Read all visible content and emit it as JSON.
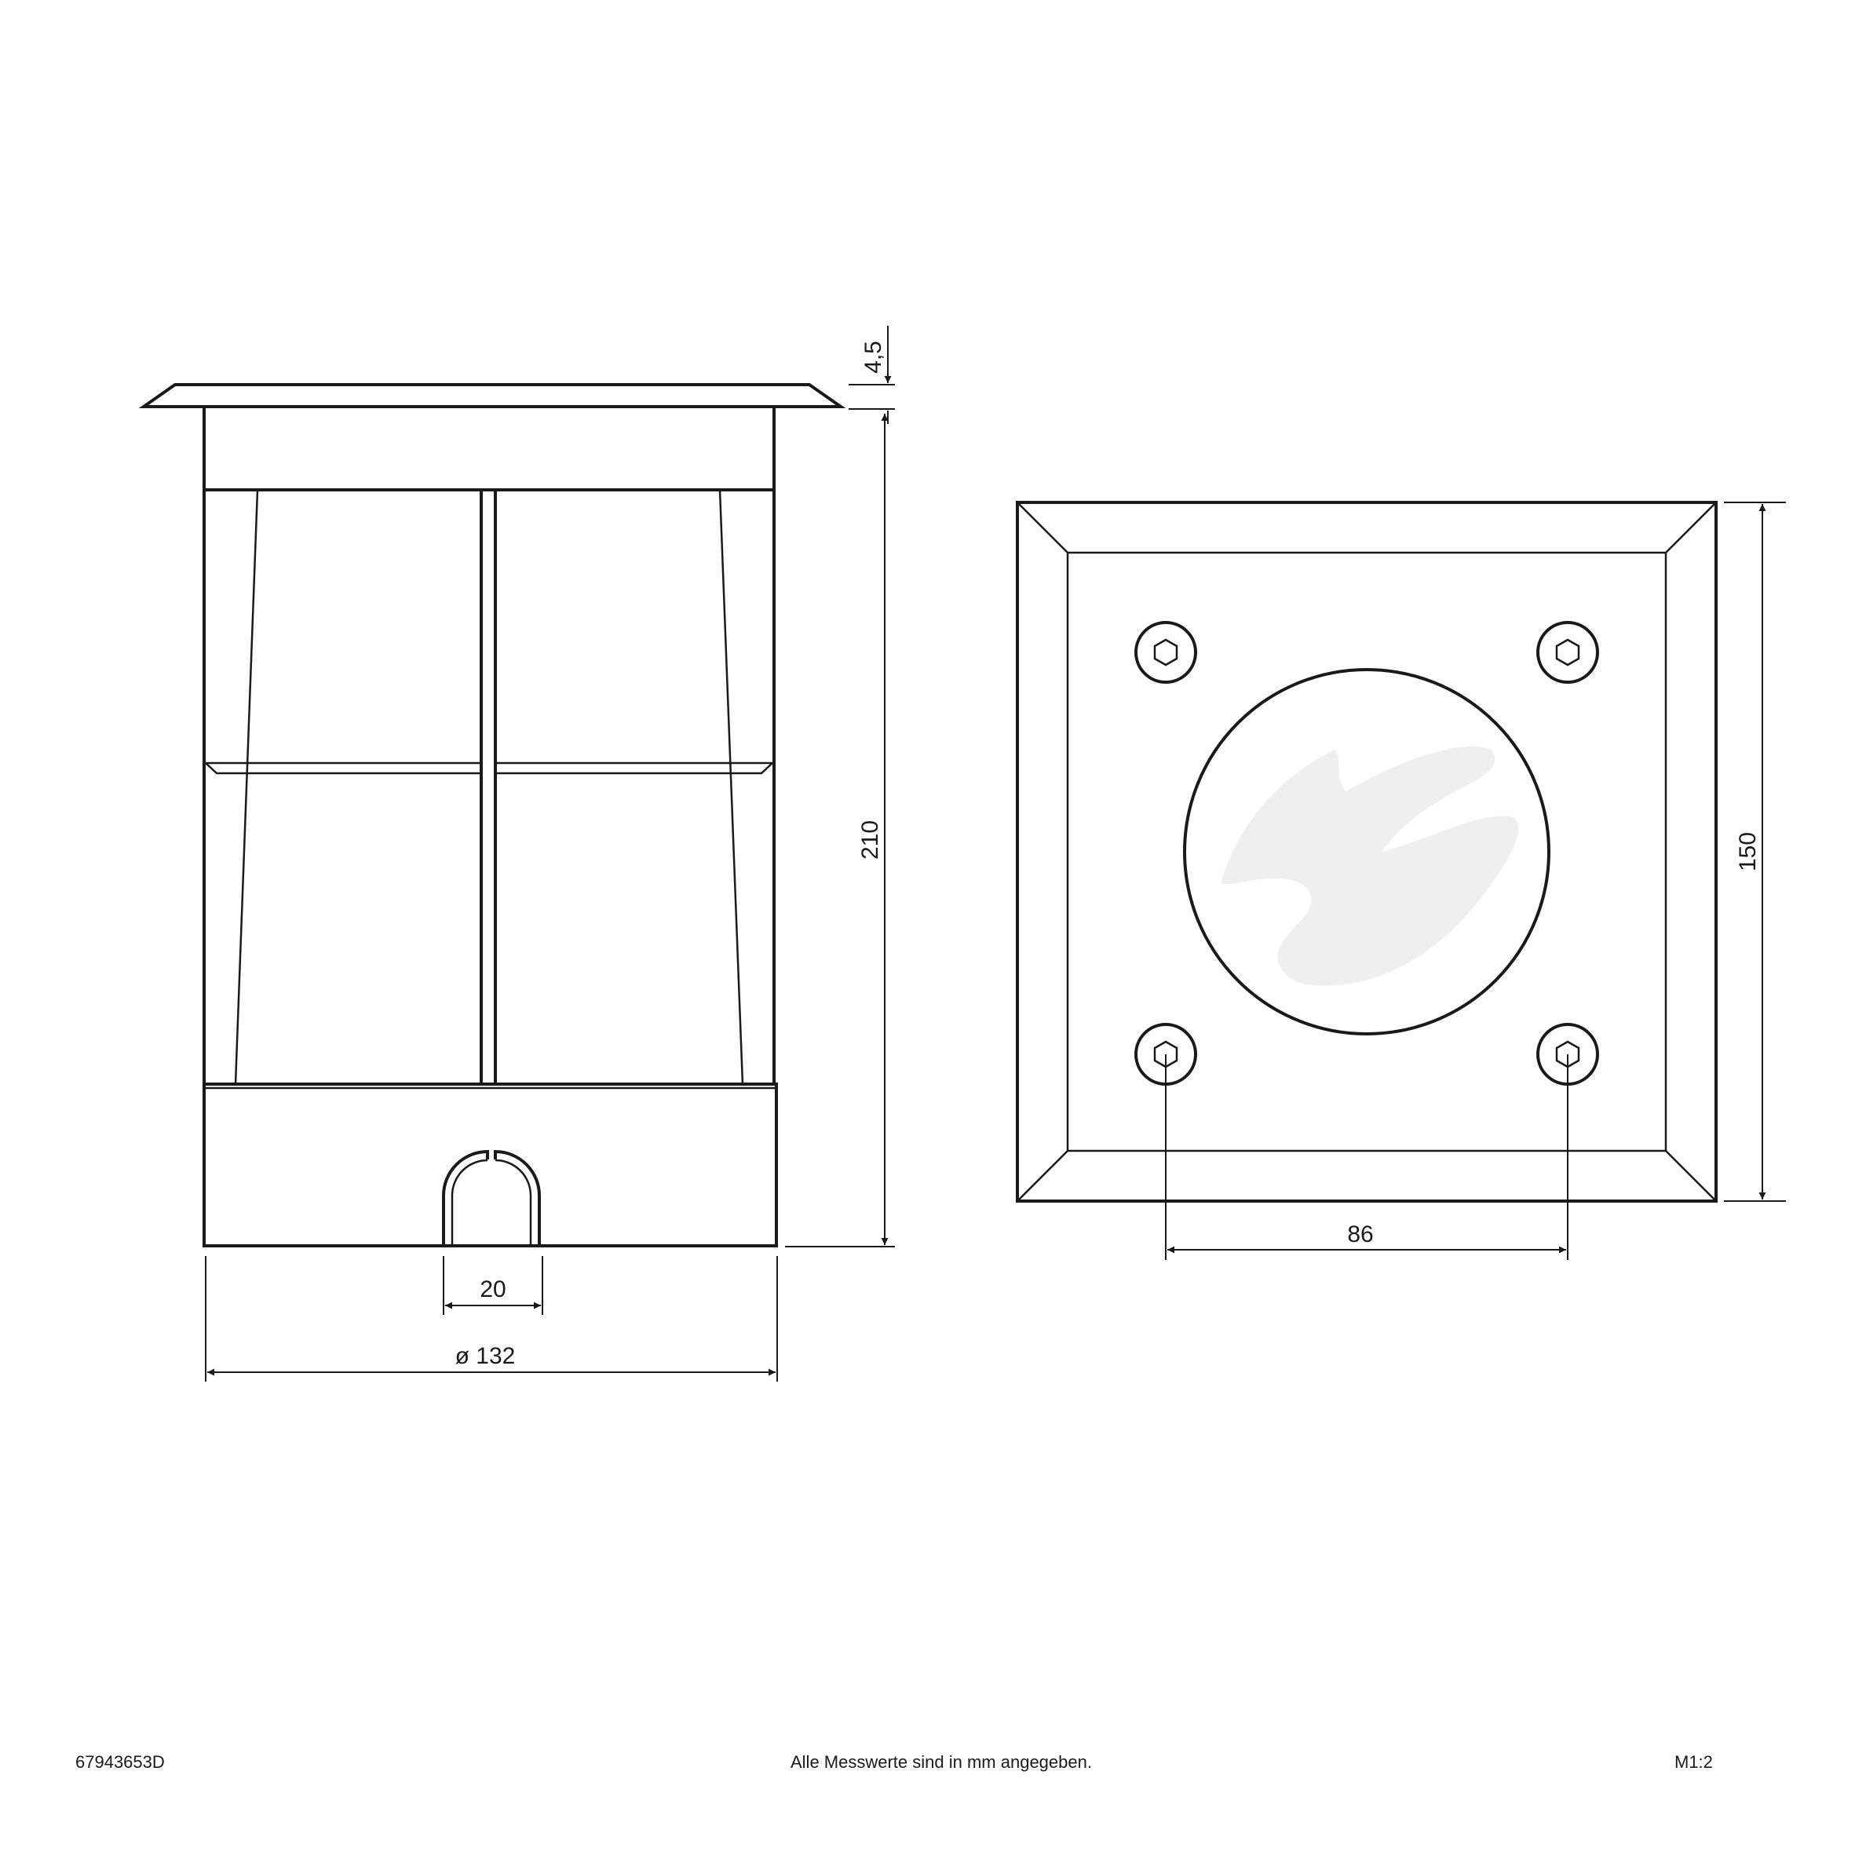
{
  "dimensions": {
    "flange_thickness": "4,5",
    "body_height": "210",
    "cable_entry_width": "20",
    "body_diameter": "ø 132",
    "plate_size": "150",
    "hole_spacing": "86"
  },
  "footer": {
    "article_number": "67943653D",
    "units_note": "Alle Messwerte sind in mm angegeben.",
    "scale": "M1:2"
  }
}
